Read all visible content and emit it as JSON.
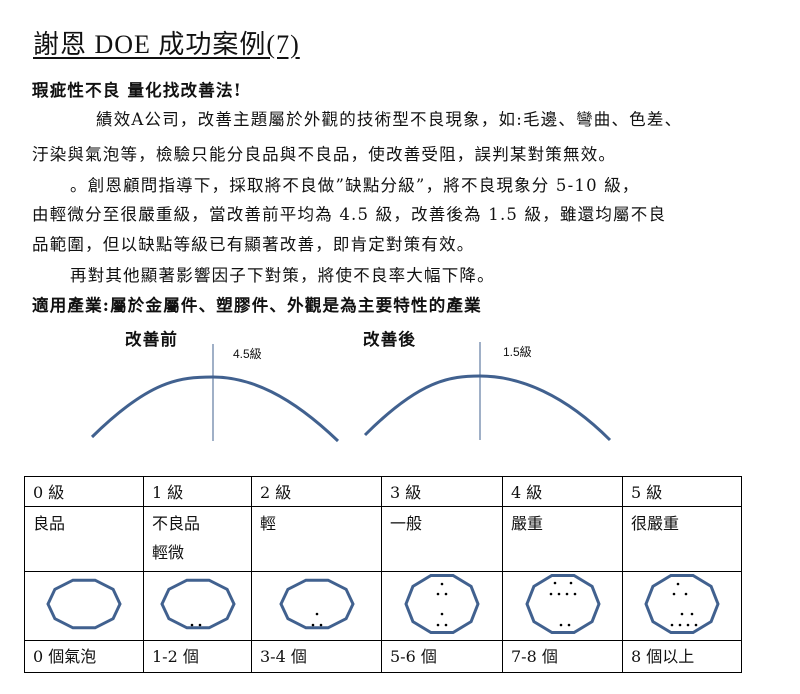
{
  "title": "謝恩 DOE 成功案例(7)",
  "heading": "瑕疵性不良 量化找改善法!",
  "paragraphs": [
    "績效A公司，改善主題屬於外觀的技術型不良現象，如:毛邊、彎曲、色差、",
    "汙染與氣泡等，檢驗只能分良品與不良品，使改善受阻，誤判某對策無效。",
    "。創恩顧問指導下，採取將不良做”缺點分級”，將不良現象分 5-10 級，",
    "由輕微分至很嚴重級，當改善前平均為 4.5 級，改善後為 1.5 級，雖還均屬不良",
    "品範圍，但以缺點等級已有顯著改善，即肯定對策有效。",
    "再對其他顯著影響因子下對策，將使不良率大幅下降。"
  ],
  "industry": "適用產業:屬於金屬件、塑膠件、外觀是為主要特性的產業",
  "charts": {
    "before": {
      "label": "改善前",
      "mean_label": "4.5級",
      "mean": 4.5
    },
    "after": {
      "label": "改善後",
      "mean_label": "1.5級",
      "mean": 1.5
    }
  },
  "table": {
    "grades": [
      "0 級",
      "1 級",
      "2 級",
      "3 級",
      "4 級",
      "5 級"
    ],
    "descriptions": [
      [
        "良品"
      ],
      [
        "不良品",
        "輕微"
      ],
      [
        "輕"
      ],
      [
        "一般"
      ],
      [
        "嚴重"
      ],
      [
        "很嚴重"
      ]
    ],
    "counts": [
      "0 個氣泡",
      "1-2 個",
      "3-4 個",
      "5-6 個",
      "7-8 個",
      "8 個以上"
    ]
  },
  "colors": {
    "shape": "#41618f"
  }
}
